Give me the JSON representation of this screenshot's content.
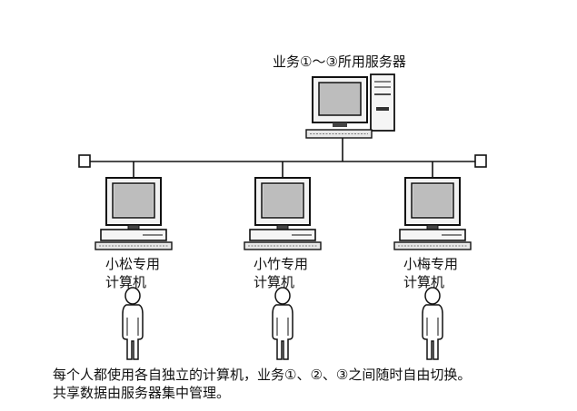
{
  "server": {
    "title": "业务①～③所用服务器"
  },
  "workstations": [
    {
      "line1": "小松专用",
      "line2": "计算机"
    },
    {
      "line1": "小竹专用",
      "line2": "计算机"
    },
    {
      "line1": "小梅专用",
      "line2": "计算机"
    }
  ],
  "caption": {
    "line1": "每个人都使用各自独立的计算机，业务①、②、③之间随时自由切换。",
    "line2": "共享数据由服务器集中管理。"
  },
  "icons": [
    "server-computer-icon",
    "desktop-computer-icon",
    "person-icon",
    "network-terminator-icon"
  ]
}
